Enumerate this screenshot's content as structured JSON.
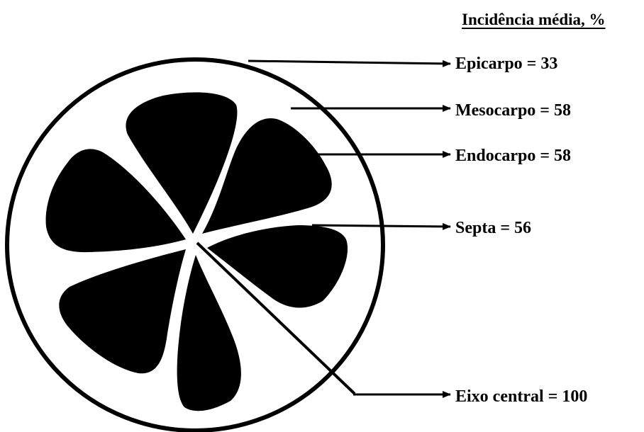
{
  "header": {
    "title": "Incidência média, %"
  },
  "parts": [
    {
      "id": "epicarpo",
      "label": "Epicarpo = 33",
      "name": "Epicarpo",
      "value": 33
    },
    {
      "id": "mesocarpo",
      "label": "Mesocarpo = 58",
      "name": "Mesocarpo",
      "value": 58
    },
    {
      "id": "endocarpo",
      "label": "Endocarpo = 58",
      "name": "Endocarpo",
      "value": 58
    },
    {
      "id": "septa",
      "label": "Septa = 56",
      "name": "Septa",
      "value": 56
    },
    {
      "id": "eixo",
      "label": "Eixo central = 100",
      "name": "Eixo central",
      "value": 100
    }
  ],
  "colors": {
    "ink": "#000000",
    "background": "#ffffff"
  }
}
